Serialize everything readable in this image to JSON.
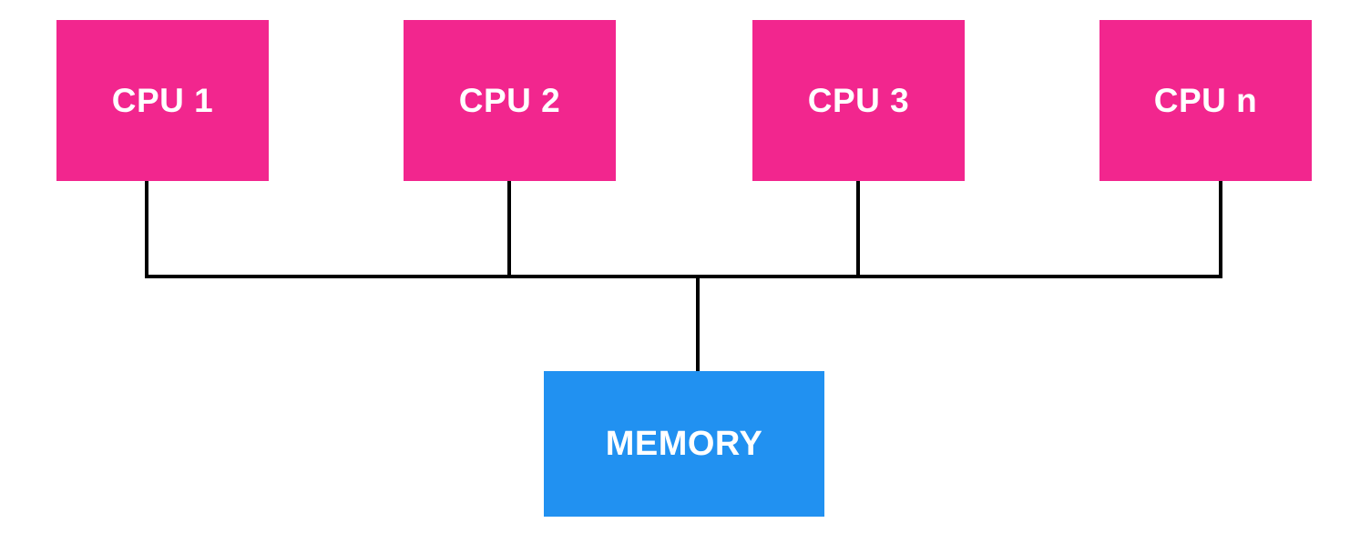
{
  "diagram": {
    "title": "shared-memory-multiprocessor-architecture",
    "colors": {
      "cpu_fill": "#f2268e",
      "memory_fill": "#2191f1",
      "line": "#000000",
      "label_text": "#ffffff",
      "background": "#ffffff"
    },
    "cpus": [
      {
        "id": "cpu-1",
        "label": "CPU 1"
      },
      {
        "id": "cpu-2",
        "label": "CPU 2"
      },
      {
        "id": "cpu-3",
        "label": "CPU 3"
      },
      {
        "id": "cpu-n",
        "label": "CPU n"
      }
    ],
    "memory": {
      "label": "MEMORY"
    },
    "connections": {
      "bus": "shared horizontal bus connecting all CPUs to memory"
    }
  }
}
